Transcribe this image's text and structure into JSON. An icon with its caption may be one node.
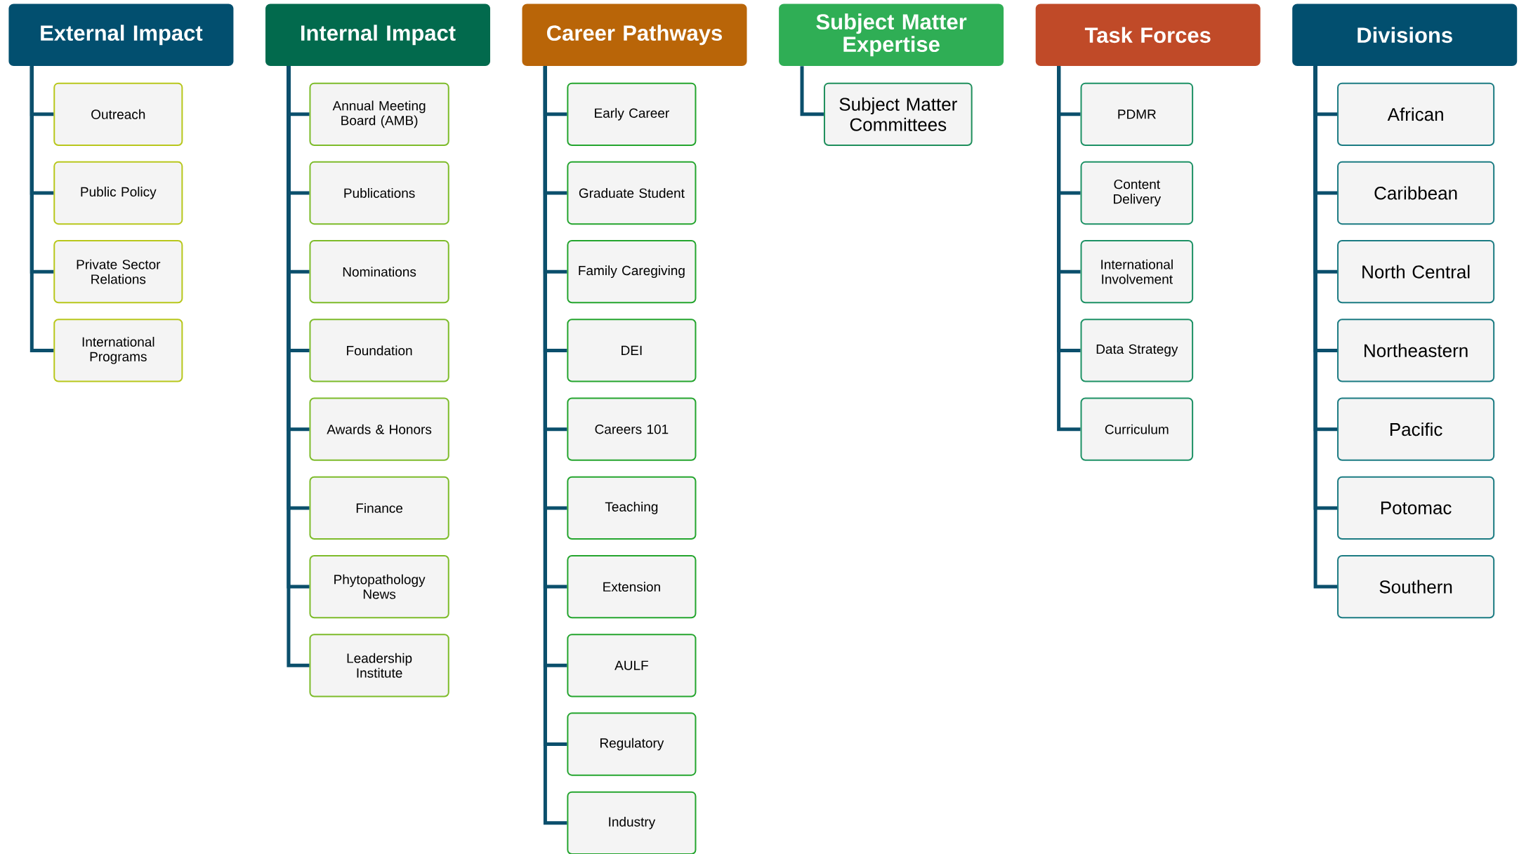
{
  "diagram": {
    "nodes": [
      {
        "text": [
          "External Impact"
        ]
      },
      {
        "text": [
          "Outreach"
        ]
      },
      {
        "text": [
          "Public Policy"
        ]
      },
      {
        "text": [
          "Private Sector Relations"
        ]
      },
      {
        "text": [
          "International Programs"
        ]
      },
      {
        "text": [
          "Internal Impact"
        ]
      },
      {
        "text": [
          "Annual Meeting Board (AMB)"
        ]
      },
      {
        "text": [
          "Publications"
        ]
      },
      {
        "text": [
          "Nominations"
        ]
      },
      {
        "text": [
          "Foundation"
        ]
      },
      {
        "text": [
          "Awards & Honors"
        ]
      },
      {
        "text": [
          "Finance"
        ]
      },
      {
        "text": [
          "Phytopathology News"
        ]
      },
      {
        "text": [
          "Leadership Institute"
        ]
      },
      {
        "text": [
          "Career Pathways"
        ]
      },
      {
        "text": [
          "Early Career"
        ]
      },
      {
        "text": [
          "Graduate Student"
        ]
      },
      {
        "text": [
          "Family Caregiving"
        ]
      },
      {
        "text": [
          "DEI"
        ]
      },
      {
        "text": [
          "Careers 101"
        ]
      },
      {
        "text": [
          "Teaching"
        ]
      },
      {
        "text": [
          "Extension"
        ]
      },
      {
        "text": [
          "AULF"
        ]
      },
      {
        "text": [
          "Regulatory"
        ]
      },
      {
        "text": [
          "Industry"
        ]
      },
      {
        "text": [
          "Subject Matter Expertise"
        ]
      },
      {
        "text": [
          "Subject Matter Committees"
        ]
      },
      {
        "text": [
          "Task Forces"
        ]
      },
      {
        "text": [
          "PDMR"
        ]
      },
      {
        "text": [
          "Content Delivery"
        ]
      },
      {
        "text": [
          "International Involvement"
        ]
      },
      {
        "text": [
          "Data Strategy"
        ]
      },
      {
        "text": [
          "Curriculum"
        ]
      },
      {
        "text": [
          "Divisions"
        ]
      },
      {
        "text": [
          "African"
        ]
      },
      {
        "text": [
          "Caribbean"
        ]
      },
      {
        "text": [
          "North Central"
        ]
      },
      {
        "text": [
          "Northeastern"
        ]
      },
      {
        "text": [
          "Pacific"
        ]
      },
      {
        "text": [
          "Potomac"
        ]
      },
      {
        "text": [
          "Southern"
        ]
      }
    ],
    "edges": [
      {
        "from": 0,
        "to": 1,
        "arrow": "none"
      },
      {
        "from": 0,
        "to": 2,
        "arrow": "none"
      },
      {
        "from": 0,
        "to": 3,
        "arrow": "none"
      },
      {
        "from": 0,
        "to": 4,
        "arrow": "none"
      },
      {
        "from": 5,
        "to": 6,
        "arrow": "none"
      },
      {
        "from": 5,
        "to": 7,
        "arrow": "none"
      },
      {
        "from": 5,
        "to": 8,
        "arrow": "none"
      },
      {
        "from": 5,
        "to": 9,
        "arrow": "none"
      },
      {
        "from": 5,
        "to": 10,
        "arrow": "none"
      },
      {
        "from": 5,
        "to": 11,
        "arrow": "none"
      },
      {
        "from": 5,
        "to": 12,
        "arrow": "none"
      },
      {
        "from": 5,
        "to": 13,
        "arrow": "none"
      },
      {
        "from": 14,
        "to": 15,
        "arrow": "none"
      },
      {
        "from": 14,
        "to": 16,
        "arrow": "none"
      },
      {
        "from": 14,
        "to": 17,
        "arrow": "none"
      },
      {
        "from": 14,
        "to": 18,
        "arrow": "none"
      },
      {
        "from": 14,
        "to": 19,
        "arrow": "none"
      },
      {
        "from": 14,
        "to": 20,
        "arrow": "none"
      },
      {
        "from": 14,
        "to": 21,
        "arrow": "none"
      },
      {
        "from": 14,
        "to": 22,
        "arrow": "none"
      },
      {
        "from": 14,
        "to": 23,
        "arrow": "none"
      },
      {
        "from": 14,
        "to": 24,
        "arrow": "none"
      },
      {
        "from": 25,
        "to": 26,
        "arrow": "none"
      },
      {
        "from": 27,
        "to": 28,
        "arrow": "none"
      },
      {
        "from": 27,
        "to": 29,
        "arrow": "none"
      },
      {
        "from": 27,
        "to": 30,
        "arrow": "none"
      },
      {
        "from": 27,
        "to": 31,
        "arrow": "none"
      },
      {
        "from": 27,
        "to": 32,
        "arrow": "none"
      },
      {
        "from": 33,
        "to": 34,
        "arrow": "none"
      },
      {
        "from": 33,
        "to": 35,
        "arrow": "none"
      },
      {
        "from": 33,
        "to": 36,
        "arrow": "none"
      },
      {
        "from": 33,
        "to": 37,
        "arrow": "none"
      },
      {
        "from": 33,
        "to": 38,
        "arrow": "none"
      },
      {
        "from": 33,
        "to": 39,
        "arrow": "none"
      },
      {
        "from": 33,
        "to": 40,
        "arrow": "none"
      }
    ]
  }
}
